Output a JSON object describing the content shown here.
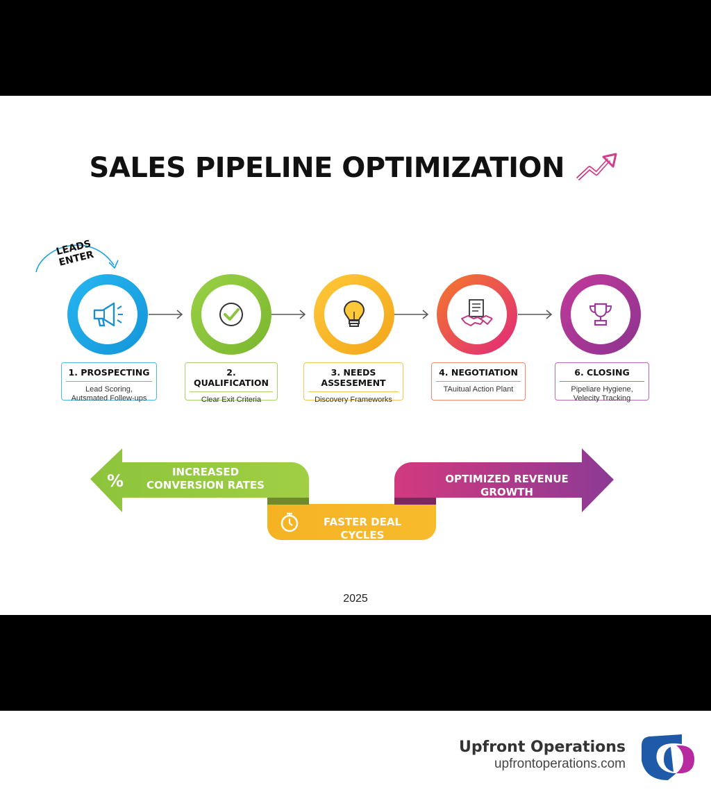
{
  "title": "SALES PIPELINE OPTIMIZATION",
  "leads_label": "LEADS\nENTER",
  "stages": [
    {
      "title": "1. PROSPECTING",
      "desc": "Lead Scoring,\nAutsmated Follew-ups",
      "color": "#1aa3e0",
      "icon": "megaphone-icon"
    },
    {
      "title": "2. QUALIFICATION",
      "desc": "Clear Exit Criteria",
      "color": "#8cc43c",
      "icon": "checkmark-icon"
    },
    {
      "title": "3. NEEDS ASSESEMENT",
      "desc": "Discovery Frameworks",
      "color": "#f5b324",
      "icon": "lightbulb-icon"
    },
    {
      "title": "4. NEGOTIATION",
      "desc": "TAuitual Action Plant",
      "color": "#f0593e",
      "icon": "handshake-document-icon"
    },
    {
      "title": "6. CLOSING",
      "desc": "Pipeliare Hygiene,\nVelecity Tracking",
      "color": "#a23a9e",
      "icon": "trophy-icon"
    }
  ],
  "outcomes": {
    "left": {
      "label": "INCREASED\nCONVERSION RATES",
      "icon": "percent-icon",
      "color": "#8cc43c"
    },
    "middle": {
      "label": "FASTER DEAL CYCLES",
      "icon": "stopwatch-icon",
      "color": "#f5b324"
    },
    "right": {
      "label": "OPTIMIZED REVENUE GROWTH",
      "color": "#b03592"
    }
  },
  "year": "2025",
  "footer": {
    "brand_name": "Upfront Operations",
    "brand_url": "upfrontoperations.com",
    "logo_icon": "upfront-logo-icon"
  }
}
